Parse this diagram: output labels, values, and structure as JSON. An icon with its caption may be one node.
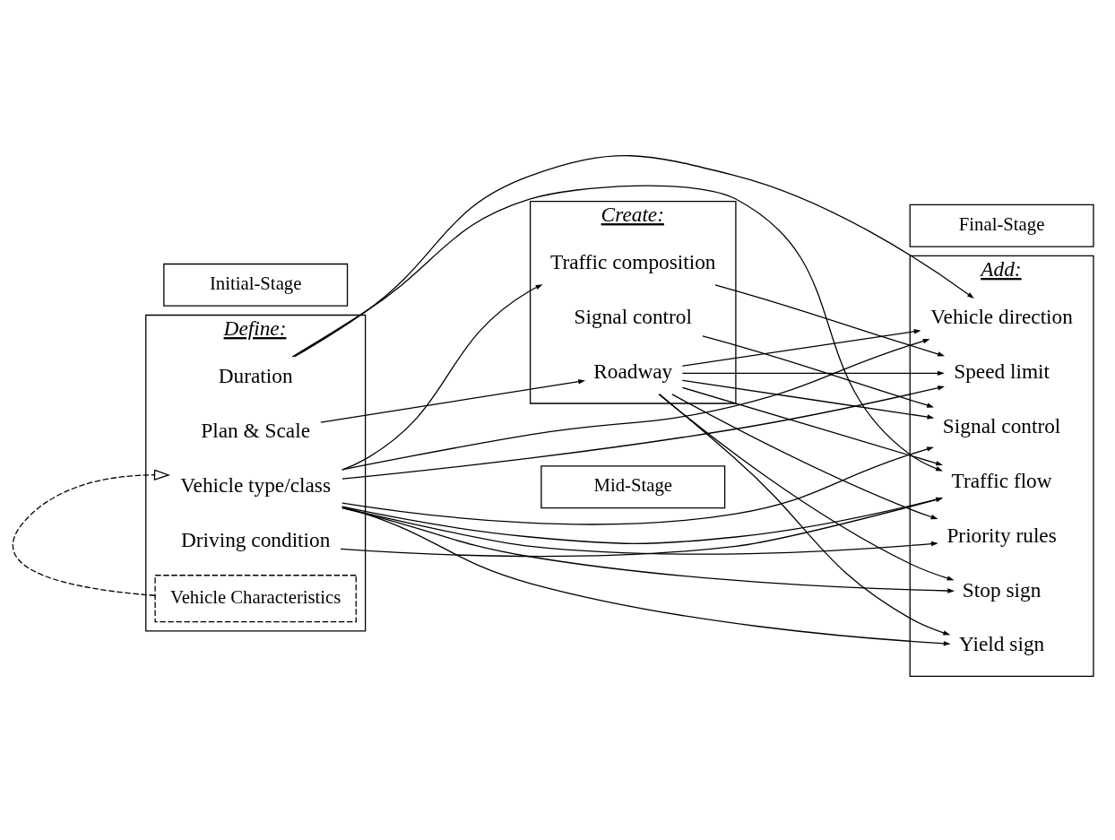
{
  "diagram": {
    "nodes": [
      {
        "text": [
          "Mid-Stage"
        ]
      },
      {
        "text": [
          "Create:"
        ]
      },
      {
        "text": [
          "Traffic composition"
        ],
        "in": 1
      },
      {
        "text": [
          "Roadway"
        ],
        "in": 1
      },
      {
        "text": [
          "Signal control"
        ],
        "in": 1
      },
      {
        "text": [
          "Initial-Stage"
        ]
      },
      {
        "text": [
          "Define:"
        ]
      },
      {
        "text": [
          "Duration"
        ],
        "in": 6
      },
      {
        "text": [
          "Vehicle type/class"
        ],
        "in": 6
      },
      {
        "text": [
          "Vehicle Characteristics"
        ],
        "in": 6
      },
      {
        "text": [
          "Driving condition"
        ],
        "in": 6
      },
      {
        "text": [
          "Plan & Scale"
        ],
        "in": 6
      },
      {
        "text": [
          "Final-Stage"
        ]
      },
      {
        "text": [
          "Add:"
        ]
      },
      {
        "text": [
          "Speed limit"
        ],
        "in": 13
      },
      {
        "text": [
          "Traffic flow"
        ],
        "in": 13
      },
      {
        "text": [
          "Vehicle direction"
        ],
        "in": 13
      },
      {
        "text": [
          "Priority rules"
        ],
        "in": 13
      },
      {
        "text": [
          "Stop sign"
        ],
        "in": 13
      },
      {
        "text": [
          "Yield sign"
        ],
        "in": 13
      },
      {
        "text": [
          "Signal control"
        ],
        "in": 13
      }
    ],
    "edges": [
      {
        "from": 8,
        "to": 2,
        "arrow": "to"
      },
      {
        "from": 11,
        "to": 3,
        "arrow": "to"
      },
      {
        "from": 7,
        "to": 15,
        "arrow": "to"
      },
      {
        "from": 7,
        "to": 16,
        "arrow": "to"
      },
      {
        "from": 8,
        "to": 14,
        "arrow": "to"
      },
      {
        "from": 8,
        "to": 15,
        "arrow": "to"
      },
      {
        "from": 8,
        "to": 16,
        "arrow": "to"
      },
      {
        "from": 8,
        "to": 17,
        "arrow": "to"
      },
      {
        "from": 8,
        "to": 18,
        "arrow": "to"
      },
      {
        "from": 8,
        "to": 19,
        "arrow": "to"
      },
      {
        "from": 8,
        "to": 20,
        "arrow": "to"
      },
      {
        "from": 10,
        "to": 15,
        "arrow": "to"
      },
      {
        "from": 2,
        "to": 14,
        "arrow": "to"
      },
      {
        "from": 3,
        "to": 14,
        "arrow": "to"
      },
      {
        "from": 3,
        "to": 15,
        "arrow": "to"
      },
      {
        "from": 3,
        "to": 16,
        "arrow": "to"
      },
      {
        "from": 3,
        "to": 17,
        "arrow": "to"
      },
      {
        "from": 3,
        "to": 18,
        "arrow": "to"
      },
      {
        "from": 3,
        "to": 19,
        "arrow": "to"
      },
      {
        "from": 3,
        "to": 20,
        "arrow": "to"
      },
      {
        "from": 4,
        "to": 20,
        "arrow": "to"
      },
      {
        "from": 9,
        "to": 8,
        "arrow": "to",
        "style": "dashed"
      }
    ]
  }
}
